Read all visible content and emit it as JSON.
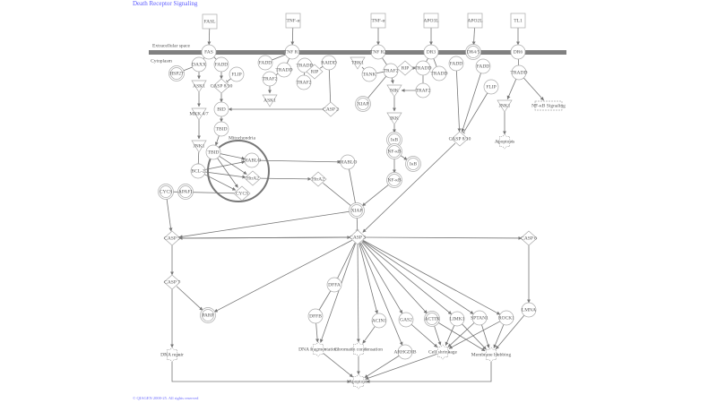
{
  "title": "Death Receptor Signaling",
  "copyright": "© QIAGEN 2000-25. All rights reserved",
  "compartments": {
    "extracellular": "Extracellular space",
    "cytoplasm": "Cytoplasm",
    "mitochondria": "Mitochondria"
  },
  "colors": {
    "membrane": "#808080",
    "node_stroke": "#aaaaaa",
    "edge": "#777777",
    "title": "#6b6bff"
  },
  "nodes": {
    "fasl": "FASL",
    "tnfa1": "TNF-α",
    "tnfa2": "TNF-α",
    "apo3l": "APO3L",
    "apo2l": "APO2L",
    "tl1": "TL1",
    "fas": "FAS",
    "tnfr1": "TNF R1",
    "tnfr2": "TNF R2",
    "dr3": "DR3",
    "dr45": "DR4/5",
    "dr6": "DR6",
    "daxx": "DAXX",
    "fadd1": "FADD",
    "hsp27": "HSP27",
    "flip1": "FLIP",
    "ask1a": "ASK1",
    "casp810a": "CASP 8/10",
    "bid": "BID",
    "mkk47": "MKK 4/7",
    "tbid1": "TBID",
    "jnk1a": "JNK1",
    "tbid2": "TBID",
    "bcl2": "BCL-2",
    "diablo1": "DIABLO",
    "htra2a": "HtrA2",
    "cycs1": "CYCS",
    "cycs2": "CYCS",
    "apaf1": "APAF1",
    "diablo2": "DIABLO",
    "htra2b": "HtrA2",
    "xiap1": "XIAP",
    "fadd2": "FADD",
    "tradd1": "TRADD",
    "tradd2": "TRADD",
    "rip1": "RIP",
    "raidd": "RAIDD",
    "traf2a": "TRAF2",
    "traf2b": "TRAF2",
    "ask1b": "ASK1",
    "casp2": "CASP 2",
    "tbk1": "TBK1",
    "tank": "TANK",
    "traf2c": "TRAF2",
    "rip2": "RIP",
    "tradd3": "TRADD",
    "tradd4": "TRADD",
    "traf2d": "TRAF2",
    "nik": "NIK",
    "xiap2": "XIAP",
    "ikk": "IKK",
    "ikb1": "IκB",
    "nfkb1": "NF-κB",
    "ikbp": "IκB",
    "nfkb2": "NF-κB",
    "fadd3": "FADD",
    "fadd4": "FADD",
    "flip2": "FLIP",
    "casp810b": "CASP 8/10",
    "tradd5": "TRADD",
    "jnk1b": "JNK1",
    "apoptosis1": "Apoptosis",
    "nfkbsig": "NF-κB Signaling",
    "casp9": "CASP 9",
    "casp3": "CASP 3",
    "casp6": "CASP 6",
    "casp7": "CASP 7",
    "parp": "PARP",
    "dffa": "DFFA",
    "dffb": "DFFB",
    "acin1": "ACIN1",
    "gas2": "GAS2",
    "actin": "ACTIN",
    "limk1": "LIMK1",
    "sptan1": "SPTAN1",
    "rock1": "ROCK1",
    "lmna": "LMNA",
    "arhgdib": "ARHGDIB",
    "dnarepair": "DNA repair",
    "dnafrag": "DNA fragmentation",
    "chromatin": "Chromatin condensation",
    "cellshrink": "Cell shrinkage",
    "memblebbing": "Membrane blebbing",
    "apoptosis2": "Apoptosis"
  }
}
